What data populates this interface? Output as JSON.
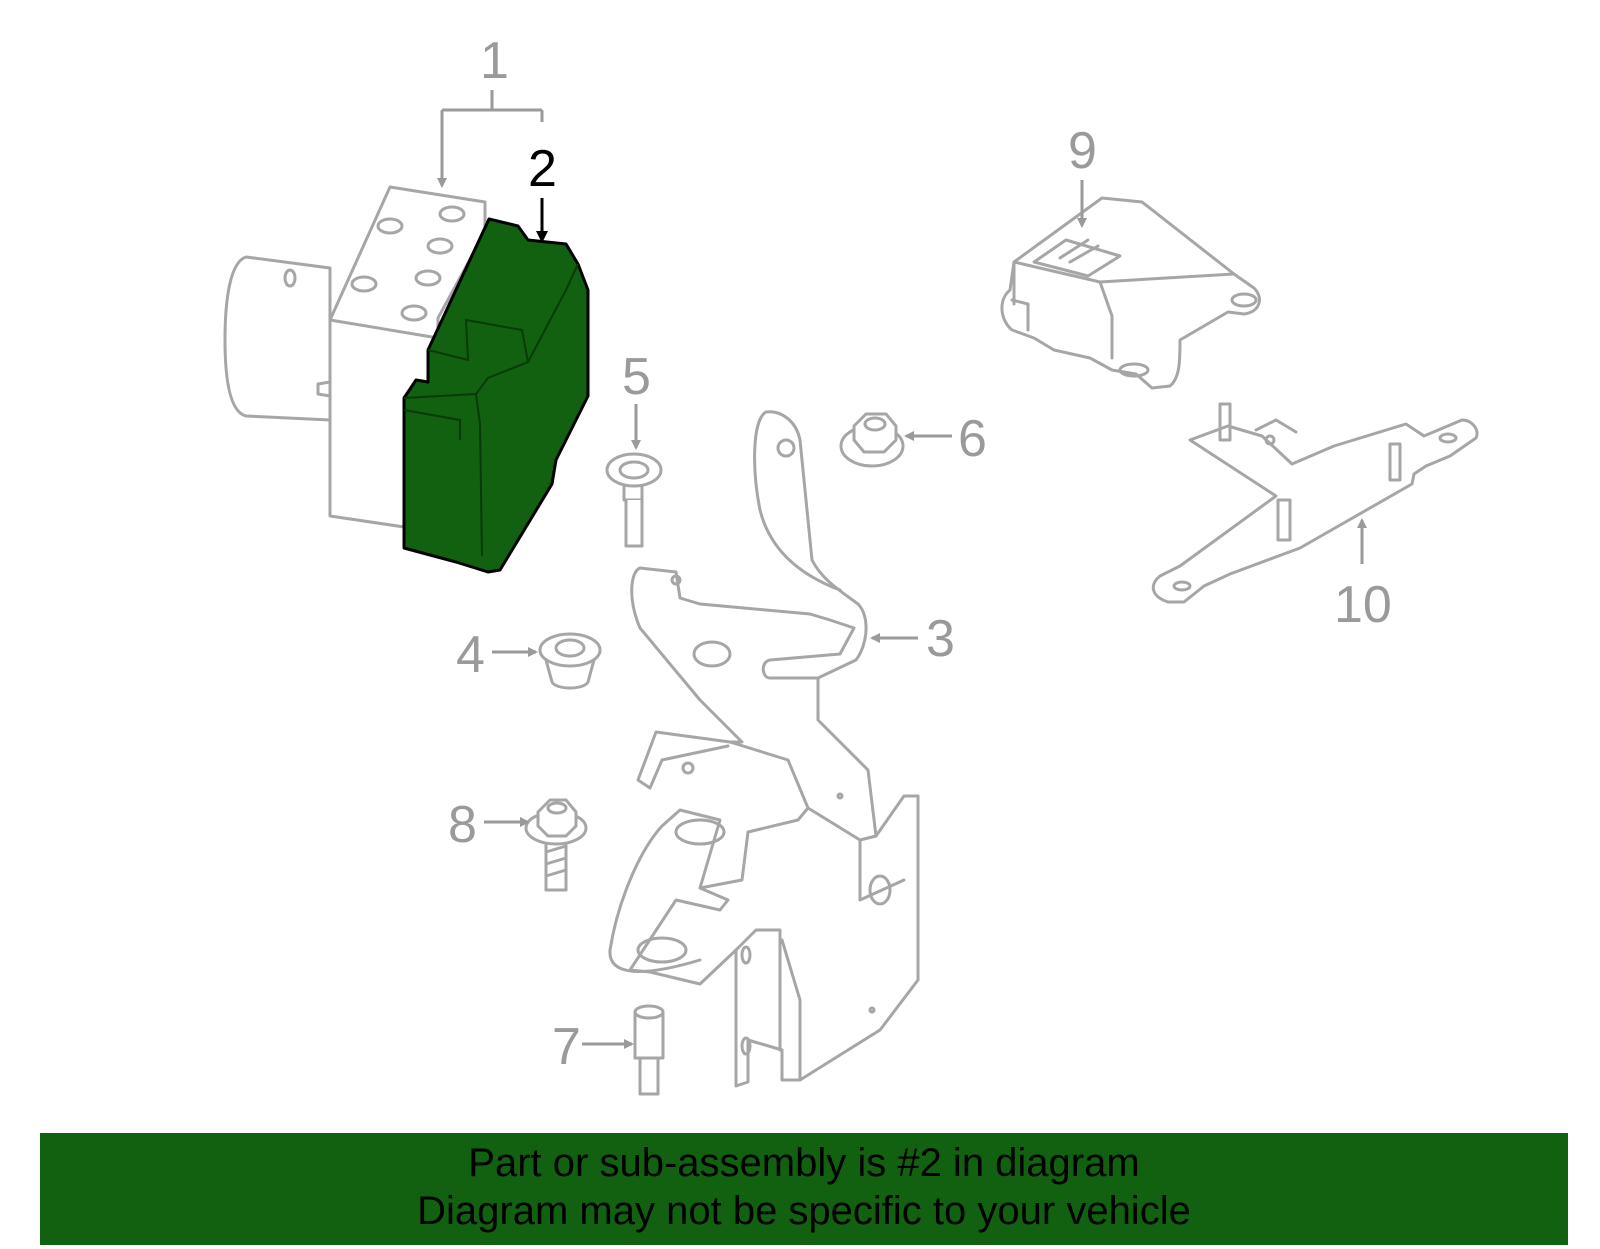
{
  "callouts": {
    "c1": "1",
    "c2": "2",
    "c3": "3",
    "c4": "4",
    "c5": "5",
    "c6": "6",
    "c7": "7",
    "c8": "8",
    "c9": "9",
    "c10": "10"
  },
  "banner": {
    "line1": "Part or sub-assembly is #2 in diagram",
    "line2": "Diagram may not be specific to your vehicle"
  },
  "colors": {
    "highlight": "#116111",
    "banner": "#116111",
    "part_stroke": "#a6a6a6"
  }
}
